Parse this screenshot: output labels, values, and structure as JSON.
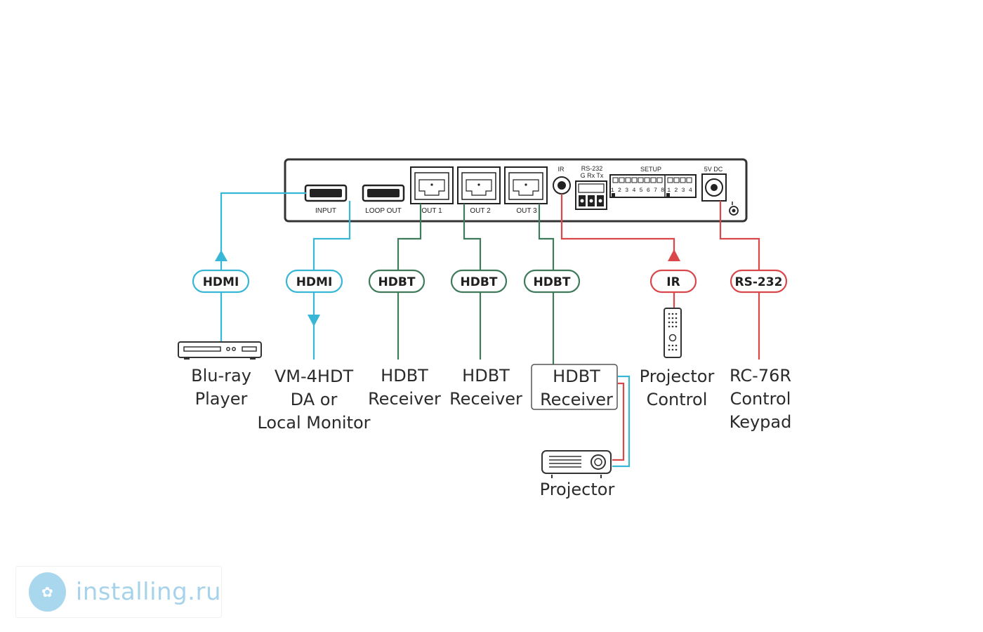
{
  "device": {
    "ports": {
      "input": "INPUT",
      "loop_out": "LOOP OUT",
      "out1": "OUT 1",
      "out2": "OUT 2",
      "out3": "OUT 3",
      "ir": "IR",
      "rs232": "RS-232",
      "rs232_pins": "G  Rx Tx",
      "setup": "SETUP",
      "setup_dip_a": "1 2 3 4 5 6 7 8",
      "setup_dip_b": "1 2 3 4",
      "power": "5V DC"
    }
  },
  "pills": {
    "hdmi_in": "HDMI",
    "hdmi_out": "HDMI",
    "hdbt1": "HDBT",
    "hdbt2": "HDBT",
    "hdbt3": "HDBT",
    "ir": "IR",
    "rs232": "RS-232"
  },
  "devices": {
    "bluray": [
      "Blu-ray",
      "Player"
    ],
    "monitor": [
      "VM-4HDT",
      "DA or",
      "Local Monitor"
    ],
    "rx1": [
      "HDBT",
      "Receiver"
    ],
    "rx2": [
      "HDBT",
      "Receiver"
    ],
    "rx3": [
      "HDBT",
      "Receiver"
    ],
    "projector_control": [
      "Projector",
      "Control"
    ],
    "keypad": [
      "RC-76R",
      "Control",
      "Keypad"
    ],
    "projector": "Projector"
  },
  "colors": {
    "hdmi": "#38b6d6",
    "hdbt": "#3f7a5c",
    "control": "#d9474b",
    "outline": "#333333"
  },
  "watermark": {
    "text": "installing.ru"
  }
}
